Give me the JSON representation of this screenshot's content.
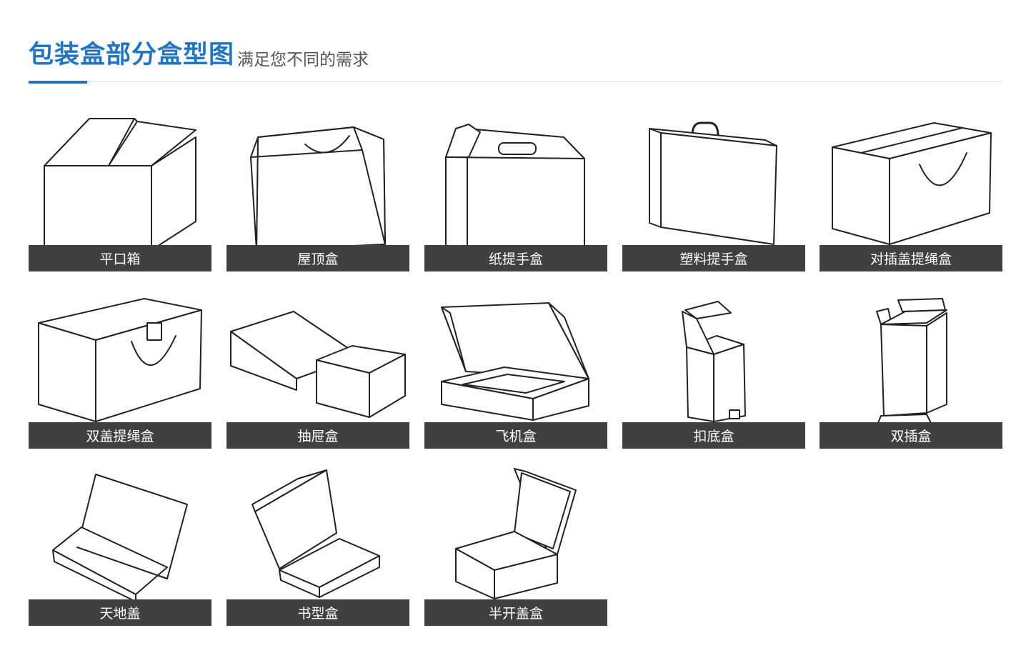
{
  "header": {
    "title": "包装盒部分盒型图",
    "subtitle": "满足您不同的需求",
    "accent_color": "#1f74c4"
  },
  "box_types": [
    {
      "label": "平口箱",
      "icon": "regular-slotted-box-icon"
    },
    {
      "label": "屋顶盒",
      "icon": "roof-box-icon"
    },
    {
      "label": "纸提手盒",
      "icon": "paper-handle-box-icon"
    },
    {
      "label": "塑料提手盒",
      "icon": "plastic-handle-box-icon"
    },
    {
      "label": "对插盖提绳盒",
      "icon": "tuck-lid-rope-box-icon"
    },
    {
      "label": "双盖提绳盒",
      "icon": "double-lid-rope-box-icon"
    },
    {
      "label": "抽屉盒",
      "icon": "drawer-box-icon"
    },
    {
      "label": "飞机盒",
      "icon": "mailer-box-icon"
    },
    {
      "label": "扣底盒",
      "icon": "lock-bottom-box-icon"
    },
    {
      "label": "双插盒",
      "icon": "double-tuck-box-icon"
    },
    {
      "label": "天地盖",
      "icon": "lid-and-base-box-icon"
    },
    {
      "label": "书型盒",
      "icon": "book-style-box-icon"
    },
    {
      "label": "半开盖盒",
      "icon": "half-open-lid-box-icon"
    }
  ]
}
